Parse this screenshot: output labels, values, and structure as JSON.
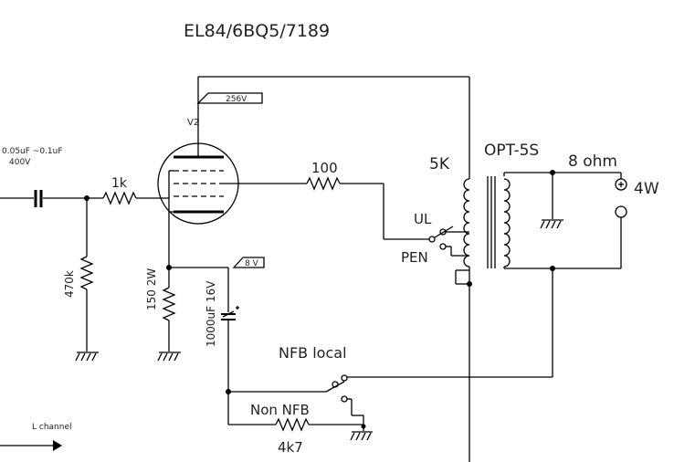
{
  "title": "EL84/6BQ5/7189",
  "labels": {
    "tube": "V2",
    "coupling_cap": "0.05uF ~0.1uF",
    "coupling_cap_voltage": "400V",
    "grid_stopper": "1k",
    "grid_leak": "470k",
    "screen_resistor": "100",
    "cathode_resistor": "150 2W",
    "cathode_cap": "1000uF 16V",
    "plate_voltage": "256V",
    "cathode_voltage": "8 V",
    "impedance": "5K",
    "transformer": "OPT-5S",
    "speaker": "8 ohm",
    "power": "4W",
    "ul": "UL",
    "pen": "PEN",
    "nfb_local": "NFB local",
    "non_nfb": "Non NFB",
    "nfb_resistor": "4k7",
    "channel": "L channel"
  },
  "icons": [
    "capacitor-symbol",
    "resistor-symbol",
    "ground-symbol",
    "switch-symbol",
    "pentode-symbol",
    "transformer-symbol",
    "arrow-icon"
  ]
}
